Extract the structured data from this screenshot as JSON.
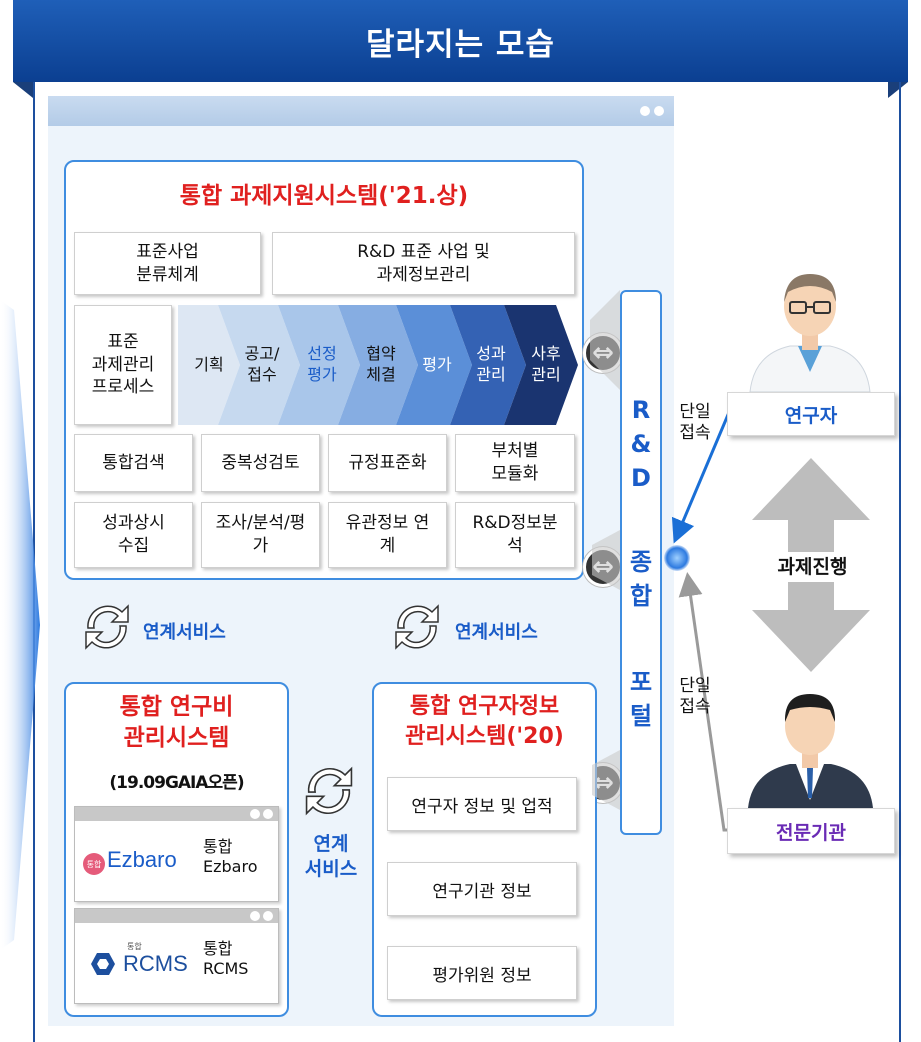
{
  "header": {
    "title": "달라지는 모습"
  },
  "integrated_support": {
    "title": "통합 과제지원시스템('21.상)",
    "row1": [
      "표준사업\n분류체계",
      "R&D 표준 사업 및\n과제정보관리"
    ],
    "process_label": "표준\n과제관리\n프로세스",
    "steps": [
      "기획",
      "공고/\n접수",
      "선정\n평가",
      "협약\n체결",
      "평가",
      "성과\n관리",
      "사후\n관리"
    ],
    "row3": [
      "통합검색",
      "중복성검토",
      "규정표준화",
      "부처별\n모듈화"
    ],
    "row4": [
      "성과상시\n수집",
      "조사/분석/평\n가",
      "유관정보 연\n계",
      "R&D정보분\n석"
    ]
  },
  "linked_services": {
    "label_left": "연계서비스",
    "label_right": "연계서비스",
    "label_middle": "연계\n서비스"
  },
  "research_fund": {
    "title": "통합 연구비\n관리시스템",
    "subtitle": "(19.09GAIA오픈)",
    "apps": [
      {
        "logo_badge": "통합",
        "logo_text": "Ezbaro",
        "name": "통합\nEzbaro"
      },
      {
        "logo_badge": "통합",
        "logo_text": "RCMS",
        "name": "통합\nRCMS"
      }
    ]
  },
  "researcher_info": {
    "title": "통합 연구자정보\n관리시스템('20)",
    "items": [
      "연구자 정보 및 업적",
      "연구기관 정보",
      "평가위원 정보"
    ]
  },
  "portal": {
    "chars": [
      "R",
      "&",
      "D",
      "종",
      "합",
      "포",
      "털"
    ]
  },
  "access": {
    "top": "단일\n접속",
    "bottom": "단일\n접속"
  },
  "roles": {
    "researcher": "연구자",
    "agency": "전문기관",
    "progress": "과제진행"
  },
  "colors": {
    "banner": "#0b3f91",
    "accent_blue": "#1a5cc8",
    "title_red": "#e0201f",
    "agency_purple": "#6a2bb5"
  },
  "icons": [
    "link-swap-icon",
    "cycle-arrows-icon",
    "researcher-avatar-icon",
    "agency-avatar-icon",
    "double-arrow-icon"
  ]
}
